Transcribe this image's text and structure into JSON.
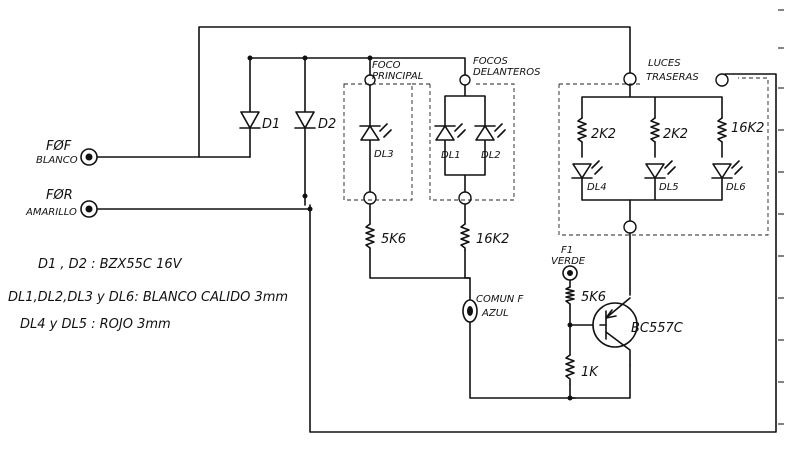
{
  "labels": {
    "d1": "D1",
    "d2": "D2",
    "dl3": "DL3",
    "dl1": "DL1",
    "dl2": "DL2",
    "dl4": "DL4",
    "dl5": "DL5",
    "dl6": "DL6",
    "foco_principal_1": "FOCO",
    "foco_principal_2": "PRINCIPAL",
    "focos_delanteros_1": "FOCOS",
    "focos_delanteros_2": "DELANTEROS",
    "luces_traseras_1": "LUCES",
    "luces_traseras_2": "TRASERAS",
    "r_5k6_a": "5K6",
    "r_16k2_a": "16K2",
    "r_2k2_a": "2K2",
    "r_2k2_b": "2K2",
    "r_16k2_b": "16K2",
    "r_5k6_b": "5K6",
    "r_1k": "1K",
    "bc557c": "BC557C",
    "fof_1": "FØF",
    "fof_2": "BLANCO",
    "for_1": "FØR",
    "for_2": "AMARILLO",
    "comun_1": "COMUN F",
    "comun_2": "AZUL",
    "f1_1": "F1",
    "f1_2": "VERDE"
  },
  "legend": {
    "line1": "D1 , D2 :   BZX55C 16V",
    "line2": "DL1,DL2,DL3 y DL6: BLANCO CALIDO 3mm",
    "line3": "DL4 y DL5 :  ROJO 3mm"
  }
}
